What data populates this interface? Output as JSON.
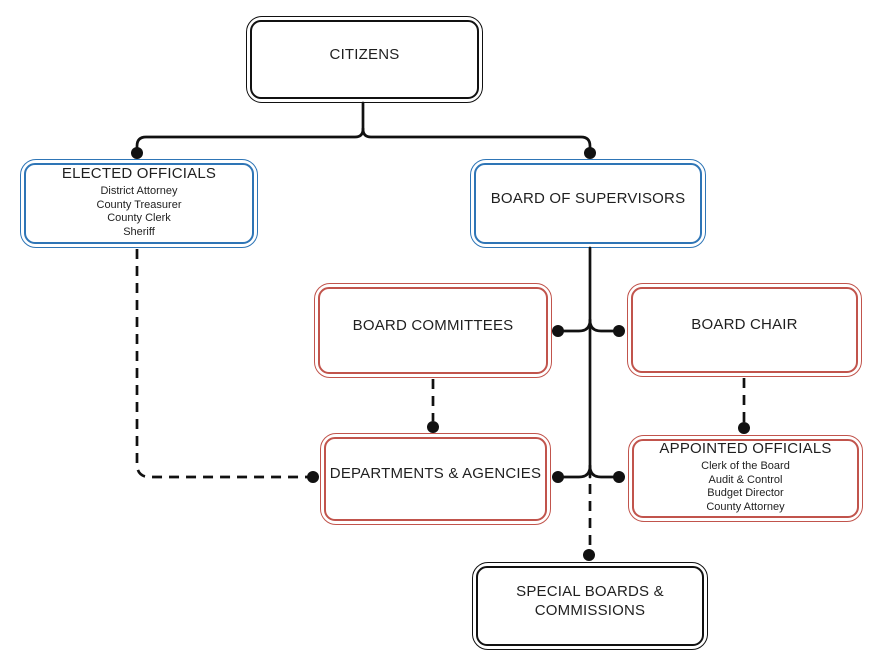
{
  "nodes": {
    "citizens": {
      "label": "CITIZENS"
    },
    "elected_officials": {
      "label": "ELECTED OFFICIALS",
      "items": [
        "District Attorney",
        "County Treasurer",
        "County Clerk",
        "Sheriff"
      ]
    },
    "board_of_supervisors": {
      "label": "BOARD OF SUPERVISORS"
    },
    "board_committees": {
      "label": "BOARD COMMITTEES"
    },
    "board_chair": {
      "label": "BOARD CHAIR"
    },
    "departments_agencies": {
      "label": "DEPARTMENTS & AGENCIES"
    },
    "appointed_officials": {
      "label": "APPOINTED OFFICIALS",
      "items": [
        "Clerk of the Board",
        "Audit & Control",
        "Budget Director",
        "County Attorney"
      ]
    },
    "special_boards_commissions": {
      "label": "SPECIAL BOARDS & COMMISSIONS"
    }
  },
  "edges": [
    {
      "from": "citizens",
      "to": "elected_officials",
      "style": "solid"
    },
    {
      "from": "citizens",
      "to": "board_of_supervisors",
      "style": "solid"
    },
    {
      "from": "board_of_supervisors",
      "to": "board_committees",
      "style": "solid"
    },
    {
      "from": "board_of_supervisors",
      "to": "board_chair",
      "style": "solid"
    },
    {
      "from": "board_of_supervisors",
      "to": "departments_agencies",
      "style": "solid"
    },
    {
      "from": "board_of_supervisors",
      "to": "appointed_officials",
      "style": "solid"
    },
    {
      "from": "board_of_supervisors",
      "to": "special_boards_commissions",
      "style": "dashed"
    },
    {
      "from": "elected_officials",
      "to": "departments_agencies",
      "style": "dashed"
    },
    {
      "from": "board_committees",
      "to": "departments_agencies",
      "style": "dashed"
    },
    {
      "from": "board_chair",
      "to": "appointed_officials",
      "style": "dashed"
    }
  ],
  "colors": {
    "ink": "#111111",
    "blue": "#2e75b6",
    "red": "#c1544c",
    "text": "#1f1f1f",
    "bg": "#ffffff"
  }
}
